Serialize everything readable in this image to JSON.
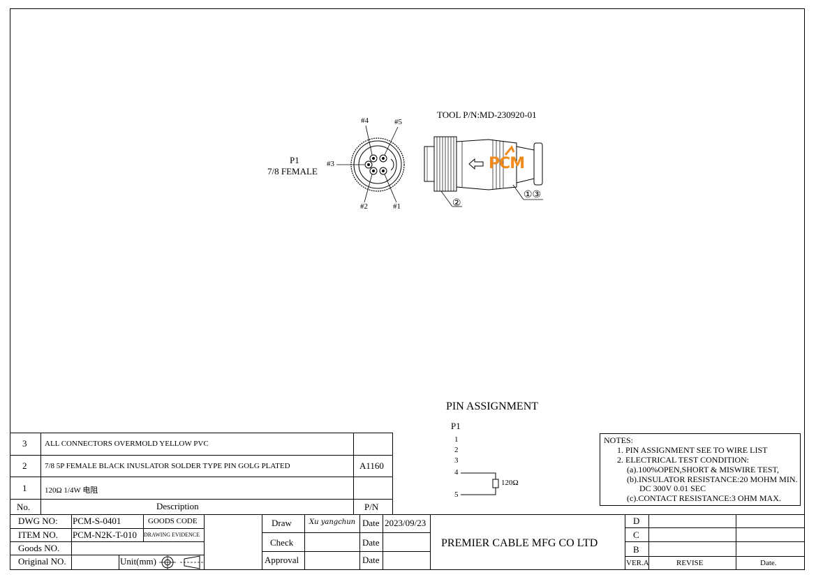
{
  "drawing": {
    "tool_pn": "TOOL P/N:MD-230920-01",
    "p1_label": "P1",
    "p1_desc": "7/8 FEMALE",
    "pins": [
      "#4",
      "#5",
      "#3",
      "#2",
      "#1"
    ],
    "callout_2": "②",
    "callout_13": "①③",
    "logo_text": "PCM",
    "logo_color": "#f08a1c"
  },
  "pin_assignment": {
    "title": "PIN   ASSIGNMENT",
    "connector": "P1",
    "pins": [
      "1",
      "2",
      "3",
      "4",
      "5"
    ],
    "resistor_label": "120Ω"
  },
  "notes": {
    "title": "NOTES:",
    "lines": [
      "1.  PIN ASSIGNMENT SEE TO WIRE LIST",
      "2.  ELECTRICAL TEST CONDITION:",
      "(a).100%OPEN,SHORT & MISWIRE TEST,",
      "(b).INSULATOR RESISTANCE:20 MOHM MIN.",
      "DC 300V 0.01 SEC",
      "(c).CONTACT RESISTANCE:3 OHM MAX."
    ]
  },
  "bom": {
    "rows": [
      {
        "no": "3",
        "description": "ALL CONNECTORS OVERMOLD YELLOW PVC",
        "pn": ""
      },
      {
        "no": "2",
        "description": "7/8 5P FEMALE BLACK INUSLATOR SOLDER TYPE PIN GOLG PLATED",
        "pn": "A1160"
      },
      {
        "no": "1",
        "description": "120Ω 1/4W 电阻",
        "pn": ""
      }
    ],
    "header": {
      "no": "No.",
      "description": "Description",
      "pn": "P/N"
    }
  },
  "title_block": {
    "dwg_no_label": "DWG NO:",
    "dwg_no": "PCM-S-0401",
    "goods_code_label": "GOODS CODE",
    "item_no_label": "ITEM NO.",
    "item_no": "PCM-N2K-T-010",
    "drawing_evidence_label": "DRAWING EVIDENCE",
    "goods_no_label": "Goods NO.",
    "original_no_label": "Original NO.",
    "unit_label": "Unit(mm)",
    "draw_label": "Draw",
    "draw_name": "Xu yangchun",
    "check_label": "Check",
    "approval_label": "Approval",
    "date_label": "Date",
    "draw_date": "2023/09/23",
    "company": "PREMIER CABLE MFG CO LTD",
    "revisions": [
      "D",
      "C",
      "B"
    ],
    "ver_label": "VER.A",
    "revise_label": "REVISE",
    "date_col_label": "Date."
  }
}
